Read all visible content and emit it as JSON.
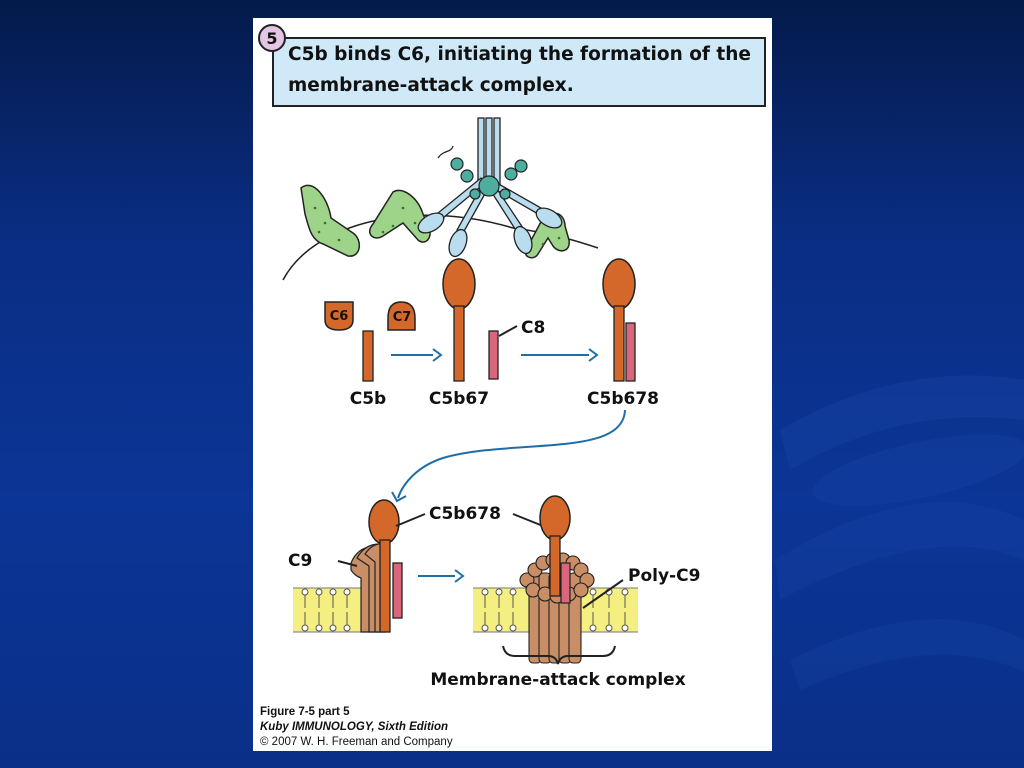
{
  "step": {
    "number": "5",
    "title_line1": "C5b binds C6, initiating the formation of the",
    "title_line2": "membrane-attack complex."
  },
  "labels": {
    "c6": "C6",
    "c7": "C7",
    "c8": "C8",
    "c5b": "C5b",
    "c5b67": "C5b67",
    "c5b678_top": "C5b678",
    "c5b678_bottom": "C5b678",
    "c9": "C9",
    "poly_c9": "Poly-C9",
    "mac": "Membrane-attack complex"
  },
  "caption": {
    "figure": "Figure 7-5 part 5",
    "book": "Kuby IMMUNOLOGY, Sixth Edition",
    "copyright": "© 2007 W. H. Freeman and Company"
  },
  "colors": {
    "slide_background": "#0b3596",
    "title_box": "#cfe9f8",
    "step_circle": "#e2c6e4",
    "complement_orange": "#d4682a",
    "c8_pink": "#d9667a",
    "c9_tan": "#c98e66",
    "membrane_yellow": "#f5ee80",
    "antigen_green": "#9ed48a",
    "antibody_blue": "#b9dcef",
    "c1_teal": "#4dae9f",
    "arrow_blue": "#1f6fa6"
  }
}
